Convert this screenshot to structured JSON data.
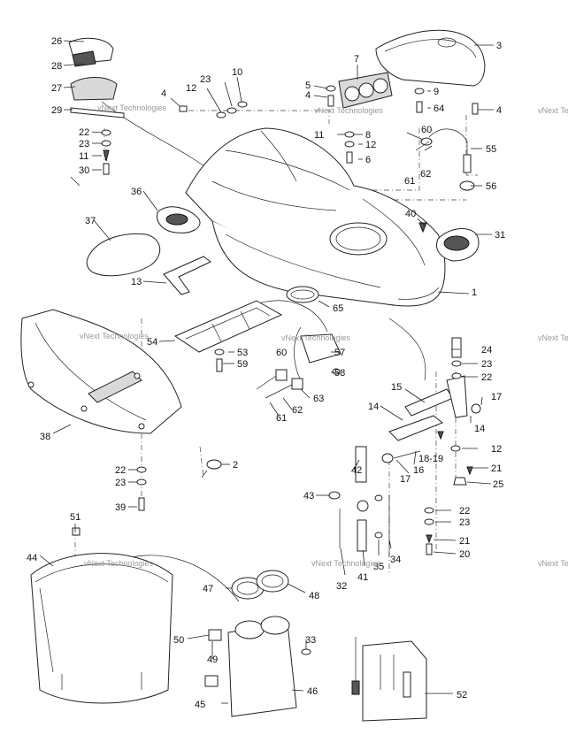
{
  "watermark": "vNext Technologies",
  "callouts": [
    {
      "n": "1"
    },
    {
      "n": "2"
    },
    {
      "n": "3"
    },
    {
      "n": "4"
    },
    {
      "n": "4"
    },
    {
      "n": "4"
    },
    {
      "n": "5"
    },
    {
      "n": "6"
    },
    {
      "n": "7"
    },
    {
      "n": "8"
    },
    {
      "n": "9"
    },
    {
      "n": "10"
    },
    {
      "n": "11"
    },
    {
      "n": "11"
    },
    {
      "n": "12"
    },
    {
      "n": "12"
    },
    {
      "n": "12"
    },
    {
      "n": "13"
    },
    {
      "n": "14"
    },
    {
      "n": "14"
    },
    {
      "n": "15"
    },
    {
      "n": "16"
    },
    {
      "n": "17"
    },
    {
      "n": "17"
    },
    {
      "n": "18-19"
    },
    {
      "n": "20"
    },
    {
      "n": "21"
    },
    {
      "n": "21"
    },
    {
      "n": "22"
    },
    {
      "n": "22"
    },
    {
      "n": "22"
    },
    {
      "n": "22"
    },
    {
      "n": "23"
    },
    {
      "n": "23"
    },
    {
      "n": "23"
    },
    {
      "n": "23"
    },
    {
      "n": "23"
    },
    {
      "n": "24"
    },
    {
      "n": "25"
    },
    {
      "n": "26"
    },
    {
      "n": "27"
    },
    {
      "n": "28"
    },
    {
      "n": "29"
    },
    {
      "n": "30"
    },
    {
      "n": "31"
    },
    {
      "n": "32"
    },
    {
      "n": "33"
    },
    {
      "n": "34"
    },
    {
      "n": "35"
    },
    {
      "n": "36"
    },
    {
      "n": "37"
    },
    {
      "n": "38"
    },
    {
      "n": "39"
    },
    {
      "n": "40"
    },
    {
      "n": "41"
    },
    {
      "n": "42"
    },
    {
      "n": "43"
    },
    {
      "n": "44"
    },
    {
      "n": "45"
    },
    {
      "n": "46"
    },
    {
      "n": "47"
    },
    {
      "n": "48"
    },
    {
      "n": "49"
    },
    {
      "n": "50"
    },
    {
      "n": "51"
    },
    {
      "n": "52"
    },
    {
      "n": "53"
    },
    {
      "n": "54"
    },
    {
      "n": "55"
    },
    {
      "n": "56"
    },
    {
      "n": "57"
    },
    {
      "n": "58"
    },
    {
      "n": "59"
    },
    {
      "n": "60"
    },
    {
      "n": "60"
    },
    {
      "n": "61"
    },
    {
      "n": "61"
    },
    {
      "n": "62"
    },
    {
      "n": "62"
    },
    {
      "n": "63"
    },
    {
      "n": "64"
    },
    {
      "n": "65"
    }
  ]
}
